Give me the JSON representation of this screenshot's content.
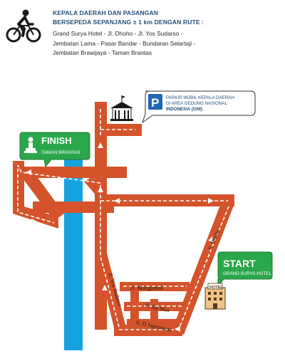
{
  "header": {
    "title_line1": "KEPALA DAERAH DAN PASANGAN",
    "title_line2": "BERSEPEDA SEPANJANG  ± 1 km DENGAN RUTE :",
    "route_line1": "Grand Surya Hotel - Jl. Dhoho - Jl. Yos Sudarso -",
    "route_line2": "Jembatan Lama - Pasar Bandar - Bundaran Selartaji -",
    "route_line3": "Jembatan Brawijaya - Taman Brantas"
  },
  "parking": {
    "symbol": "P",
    "line1": "PARKIR MOBIL KEPALA DAERAH",
    "line2": "DI AREA GEDUNG NASIONAL",
    "line3": "INDONESIA (GNI)"
  },
  "finish": {
    "title": "FINISH",
    "subtitle": "TAMAN BRANTAS"
  },
  "start": {
    "title": "START",
    "subtitle": "GRAND SURYA HOTEL"
  },
  "hotel_sign": "HOTEL",
  "streets": {
    "dhoho": "Jl. Dhoho",
    "yos_sudarso": "Jl. Yos Sudarso",
    "monginsidi": "Jl. Monginsidi",
    "kp_mas": "Jl. Kp Mas",
    "d_supratman": "Jl. D Supratman"
  },
  "colors": {
    "road": "#d4532a",
    "river": "#14a3e0",
    "sign_green": "#2aa74a",
    "title_blue": "#1f4f79",
    "parking_blue": "#1f66b5"
  },
  "icons": [
    "bicycle-icon",
    "building-icon",
    "parking-icon",
    "monument-icon",
    "hotel-icon",
    "route-arrow-icon"
  ]
}
